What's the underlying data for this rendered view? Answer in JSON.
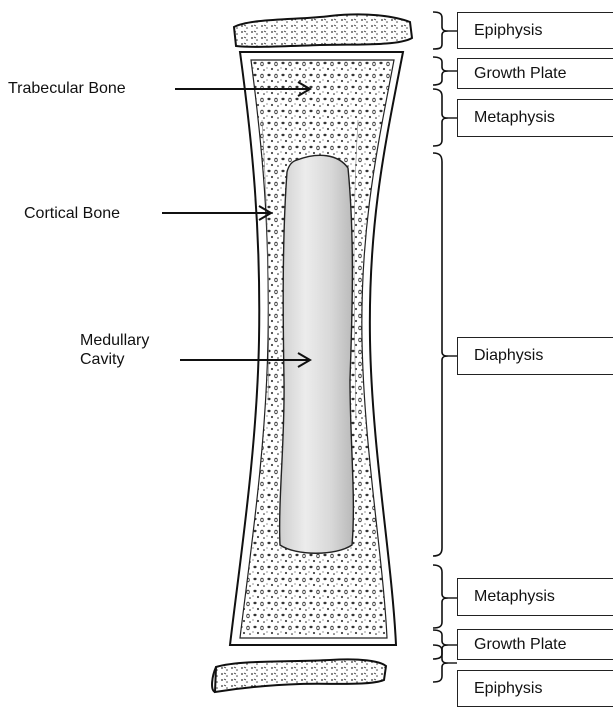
{
  "left_labels": {
    "trabecular": "Trabecular Bone",
    "cortical": "Cortical Bone",
    "medullary_line1": "Medullary",
    "medullary_line2": "Cavity"
  },
  "right_labels": {
    "epiphysis_top": "Epiphysis",
    "growth_plate_top": "Growth Plate",
    "metaphysis_top": "Metaphysis",
    "diaphysis": "Diaphysis",
    "metaphysis_bottom": "Metaphysis",
    "growth_plate_bottom": "Growth Plate",
    "epiphysis_bottom": "Epiphysis"
  }
}
